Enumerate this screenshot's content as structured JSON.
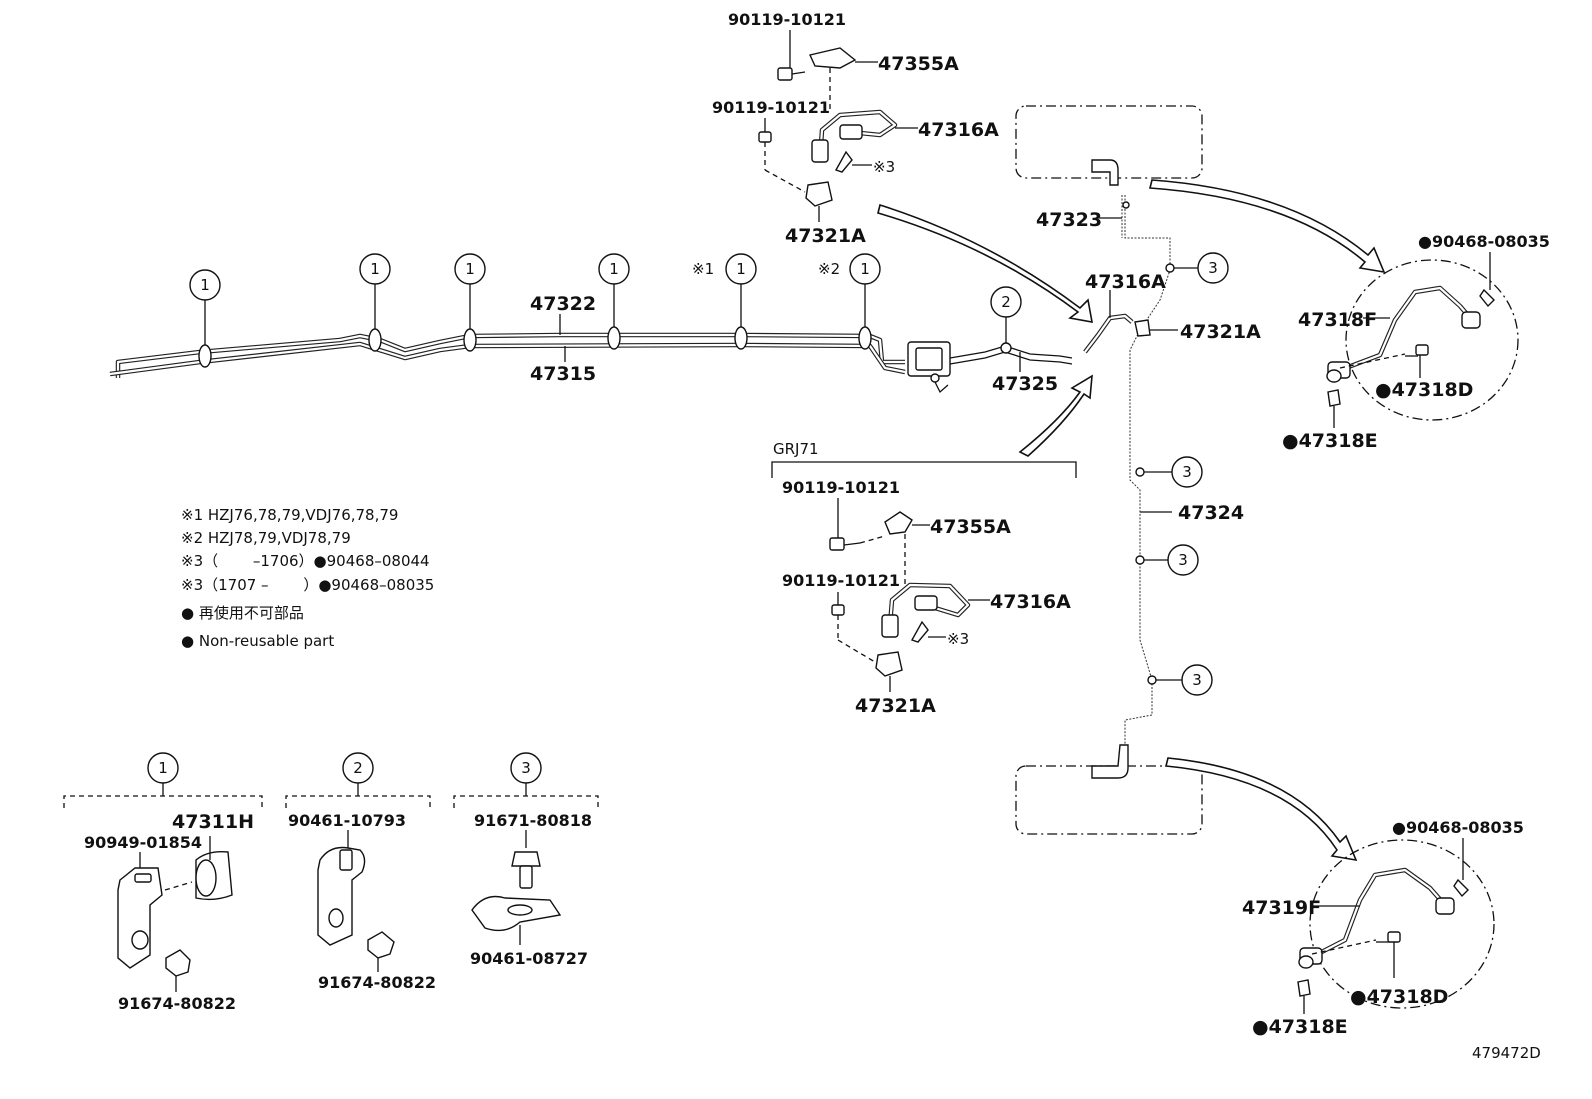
{
  "diagram_id": "479472D",
  "notes": {
    "n1": "※1 HZJ76,78,79,VDJ76,78,79",
    "n2": "※2 HZJ78,79,VDJ78,79",
    "n3a": "※3（　　 –1706）●90468–08044",
    "n3b": "※3（1707 –　　 ）●90468–08035",
    "nr_jp": "● 再使用不可部品",
    "nr_en": "● Non-reusable part"
  },
  "marks": {
    "m1": "※1",
    "m2": "※2",
    "m3": "※3"
  },
  "group_label": "GRJ71",
  "callouts": {
    "c1": "1",
    "c2": "2",
    "c3": "3"
  },
  "parts": {
    "p47322": "47322",
    "p47315": "47315",
    "p47325": "47325",
    "p47323": "47323",
    "p47324": "47324",
    "p47316A": "47316A",
    "p47321A": "47321A",
    "p47355A": "47355A",
    "p90119": "90119-10121",
    "p47318F": "47318F",
    "p47319F": "47319F",
    "p47318D": "●47318D",
    "p47318E": "●47318E",
    "p90468": "●90468-08035",
    "p47311H": "47311H",
    "p90949": "90949-01854",
    "p91674": "91674-80822",
    "p90461a": "90461-10793",
    "p91671": "91671-80818",
    "p90461b": "90461-08727"
  }
}
